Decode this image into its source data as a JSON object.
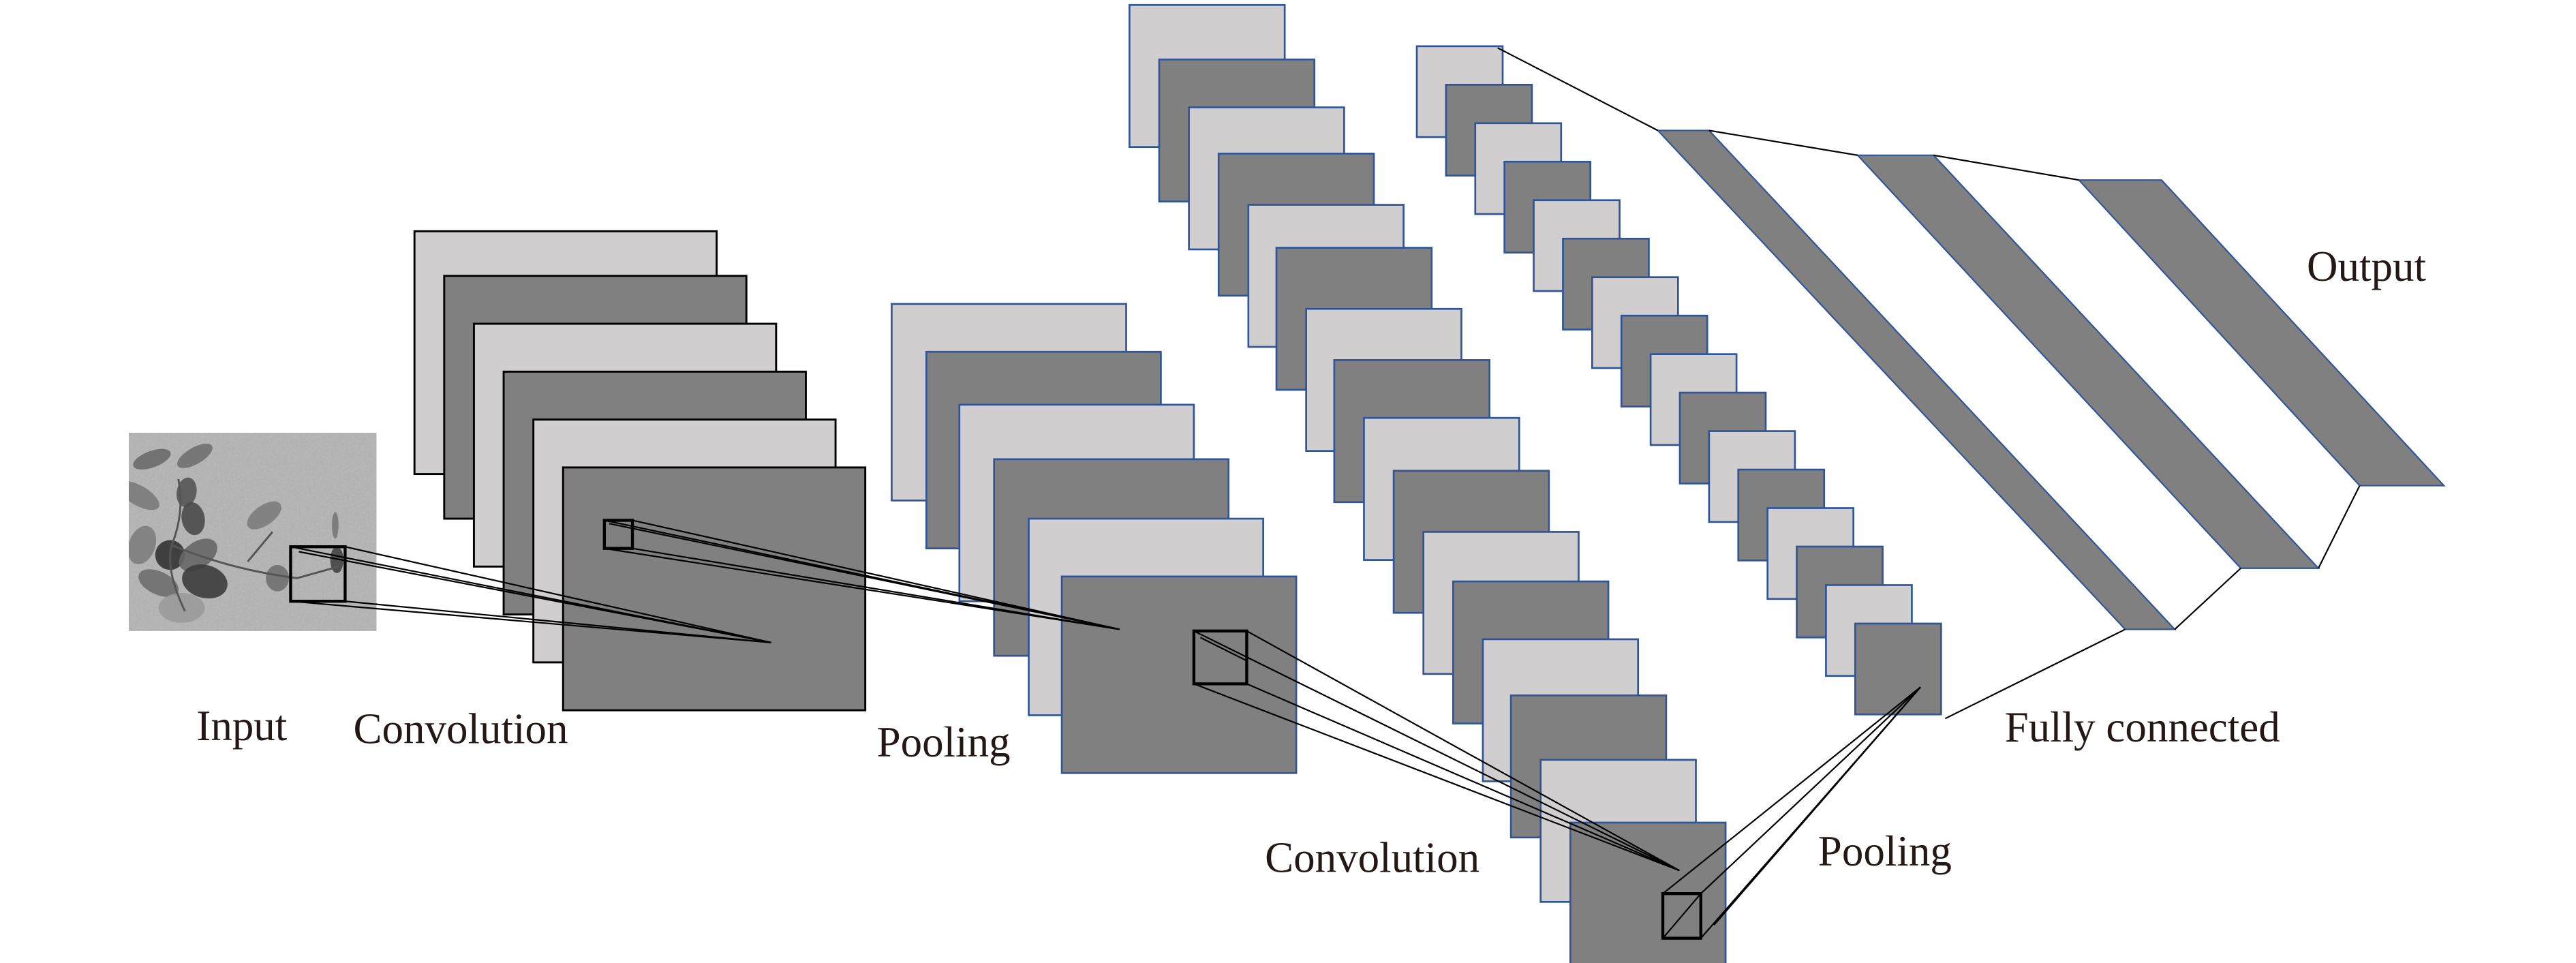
{
  "figure": {
    "type": "cnn-architecture-diagram",
    "colors": {
      "light_map": "#D0CECF",
      "dark_map": "#808080",
      "blue_border": "#2F5597",
      "black_border": "#000000",
      "label_text": "#231815",
      "input_background": "#B4B4B4"
    }
  },
  "labels": {
    "input": "Input",
    "convolution_1": "Convolution",
    "pooling_1": "Pooling",
    "convolution_2": "Convolution",
    "pooling_2": "Pooling",
    "fully_connected": "Fully connected",
    "output": "Output"
  },
  "layers": [
    {
      "id": "input",
      "kind": "image",
      "description": "grayscale plant leaf image",
      "has_receptive_field_box": true
    },
    {
      "id": "conv1",
      "kind": "feature-maps",
      "count": 6,
      "first_shade": "light",
      "border": "black"
    },
    {
      "id": "pool1",
      "kind": "feature-maps",
      "count": 6,
      "first_shade": "light",
      "border": "blue"
    },
    {
      "id": "conv2",
      "kind": "feature-maps",
      "count": 16,
      "first_shade": "light",
      "border": "blue"
    },
    {
      "id": "pool2",
      "kind": "feature-maps",
      "count": 16,
      "first_shade": "light",
      "border": "blue"
    },
    {
      "id": "fc",
      "kind": "dense",
      "count": 3
    }
  ]
}
